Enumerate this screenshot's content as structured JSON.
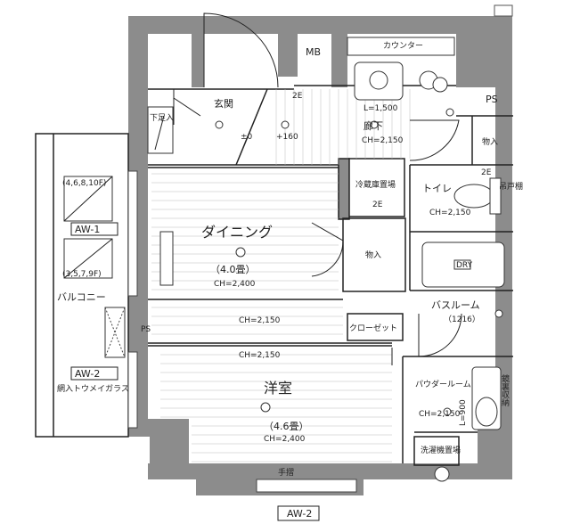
{
  "rooms": {
    "mb": "MB",
    "counter": "カウンター",
    "ps_top": "PS",
    "entrance": "玄関",
    "shoe_storage": "下足入",
    "entrance_level": "±0",
    "step_level": "+160",
    "corridor": "廊下",
    "corridor_length": "L=1,500",
    "corridor_ch": "CH=2,150",
    "storage_1": "物入",
    "fridge": "冷蔵庫置場",
    "toilet": "トイレ",
    "toilet_ch": "CH=2,150",
    "hanging_shelf": "吊戸棚",
    "dining": "ダイニング",
    "dining_size": "（4.0畳）",
    "dining_ch": "CH=2,400",
    "storage_2": "物入",
    "bathroom": "バスルーム",
    "bathroom_size": "（1216）",
    "closet": "クローゼット",
    "mid_ch_1": "CH=2,150",
    "mid_ch_2": "CH=2,150",
    "western_room": "洋室",
    "western_size": "（4.6畳）",
    "western_ch": "CH=2,400",
    "powder_room": "パウダールーム",
    "powder_ch": "CH=2,150",
    "powder_l": "L=900",
    "mirror_storage": "鏡裏収納",
    "washer": "洗濯機置場",
    "balcony": "バルコニー",
    "ps_left": "PS",
    "aw1": "AW-1",
    "aw1_floors_a": "(4,6,8,10F)",
    "aw1_floors_b": "(3,5,7,9F)",
    "aw2_left": "AW-2",
    "aw2_glass": "網入トウメイガラス",
    "handrail": "手摺",
    "aw2_bottom": "AW-2",
    "fixture_label_2e_a": "2E",
    "fixture_label_2e_b": "2E",
    "fixture_label_2e_c": "2E",
    "dry": "DRY"
  }
}
